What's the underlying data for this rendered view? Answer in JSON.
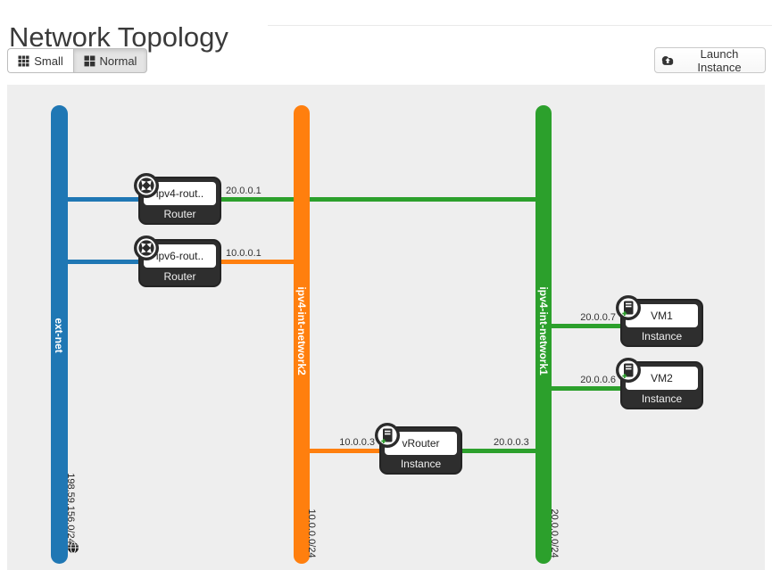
{
  "page": {
    "title": "Network Topology"
  },
  "toolbar": {
    "small_label": "Small",
    "normal_label": "Normal",
    "launch_label": "Launch Instance"
  },
  "networks": [
    {
      "name": "ext-net",
      "cidr": "198.59.156.0/24",
      "color": "#1f77b4",
      "external": true
    },
    {
      "name": "ipv4-int-network2",
      "cidr": "10.0.0.0/24",
      "color": "#ff7f0e",
      "external": false
    },
    {
      "name": "ipv4-int-network1",
      "cidr": "20.0.0.0/24",
      "color": "#2ca02c",
      "external": false
    }
  ],
  "devices": [
    {
      "name": "ipv4-rout..",
      "type": "Router",
      "ip": "20.0.0.1"
    },
    {
      "name": "ipv6-rout..",
      "type": "Router",
      "ip": "10.0.0.1"
    },
    {
      "name": "VM1",
      "type": "Instance",
      "ip": "20.0.0.7"
    },
    {
      "name": "VM2",
      "type": "Instance",
      "ip": "20.0.0.6"
    },
    {
      "name": "vRouter",
      "type": "Instance",
      "ip_left": "10.0.0.3",
      "ip_right": "20.0.0.3"
    }
  ],
  "colors": {
    "ext_net_blue": "#1f77b4",
    "network_orange": "#ff7f0e",
    "network_green": "#2ca02c",
    "canvas_background": "#eeeeee",
    "device_dark": "#2e2e2e"
  }
}
